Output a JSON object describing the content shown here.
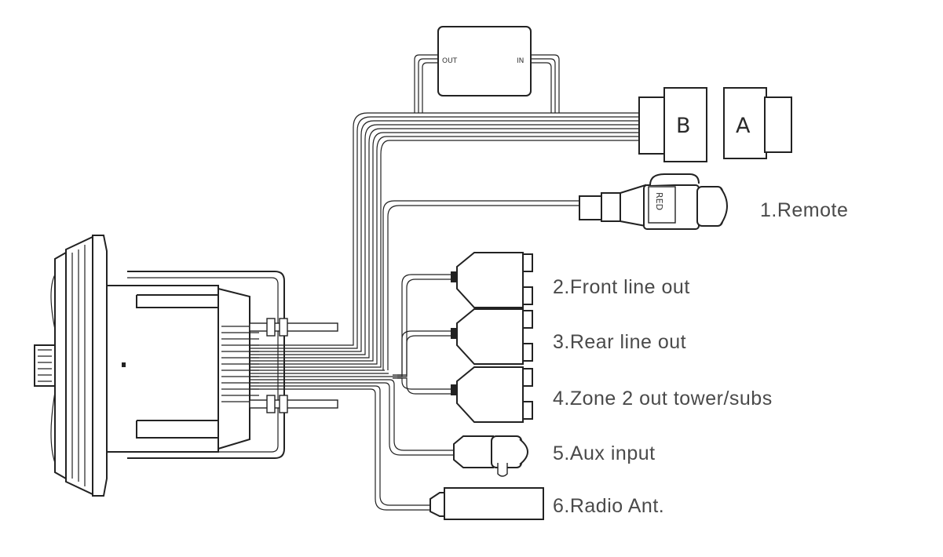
{
  "filter_box": {
    "out_label": "OUT",
    "in_label": "IN"
  },
  "connectors": {
    "b_label": "B",
    "a_label": "A",
    "remote_plug_tag": "RED"
  },
  "labels": [
    {
      "key": "remote",
      "text": "1.Remote"
    },
    {
      "key": "front_line_out",
      "text": "2.Front line out"
    },
    {
      "key": "rear_line_out",
      "text": "3.Rear line out"
    },
    {
      "key": "zone2_out",
      "text": "4.Zone 2 out tower/subs"
    },
    {
      "key": "aux_input",
      "text": "5.Aux input"
    },
    {
      "key": "radio_ant",
      "text": "6.Radio Ant."
    }
  ]
}
